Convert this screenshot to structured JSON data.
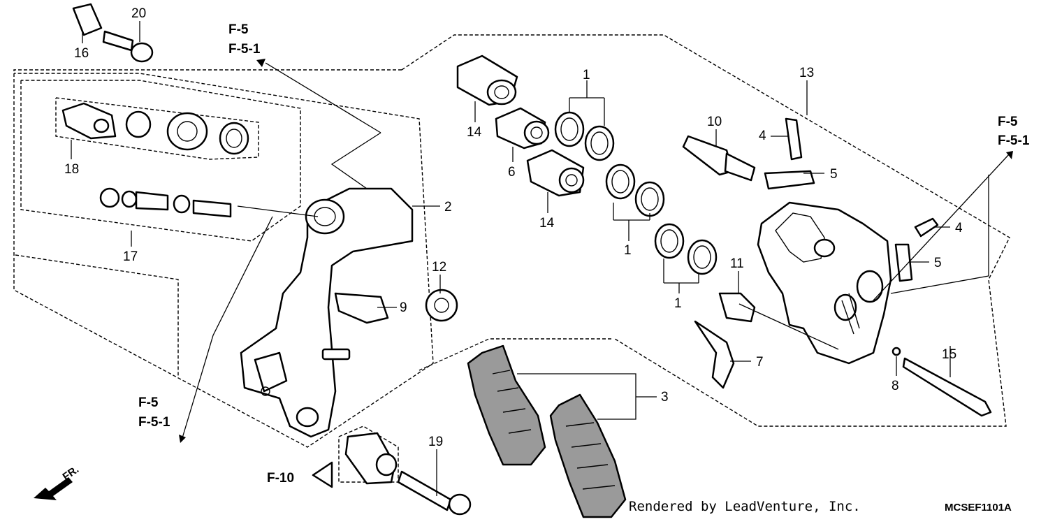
{
  "callouts": {
    "c1a": "1",
    "c1b": "1",
    "c1c": "1",
    "c2": "2",
    "c3": "3",
    "c4a": "4",
    "c4b": "4",
    "c5a": "5",
    "c5b": "5",
    "c6": "6",
    "c7": "7",
    "c8": "8",
    "c9": "9",
    "c10": "10",
    "c11": "11",
    "c12": "12",
    "c13": "13",
    "c14a": "14",
    "c14b": "14",
    "c15": "15",
    "c16": "16",
    "c17": "17",
    "c18": "18",
    "c19": "19",
    "c20": "20"
  },
  "references": {
    "f5_top": "F-5",
    "f51_top": "F-5-1",
    "f5_right": "F-5",
    "f51_right": "F-5-1",
    "f5_left": "F-5",
    "f51_left": "F-5-1",
    "f10": "F-10",
    "front": "FR."
  },
  "credit": "Rendered by LeadVenture, Inc.",
  "diagram_code": "MCSEF1101A"
}
